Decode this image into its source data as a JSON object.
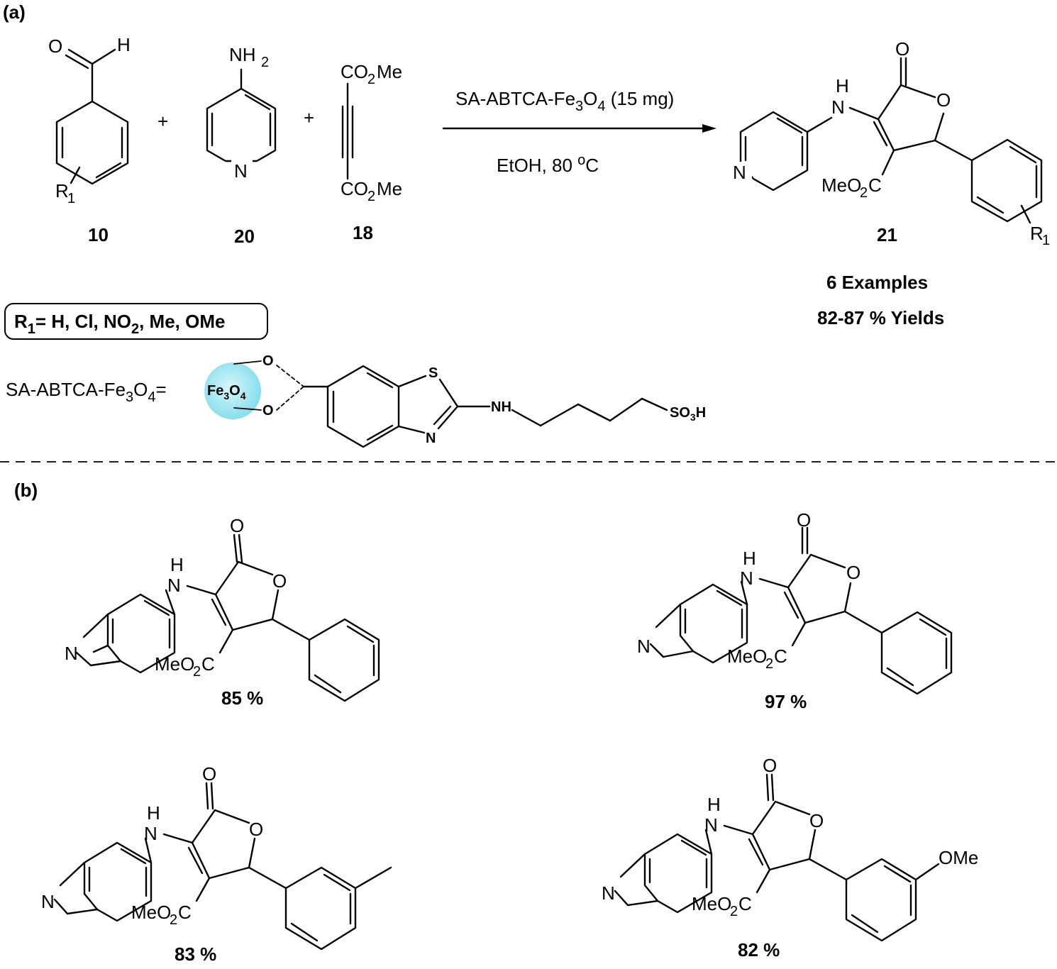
{
  "panels": {
    "a": {
      "label": "(a)"
    },
    "b": {
      "label": "(b)"
    }
  },
  "atoms": {
    "O": "O",
    "H": "H",
    "N": "N",
    "NH": "NH",
    "NH2": "NH",
    "NH2_sub": "2",
    "R1": "R",
    "R1_sub": "1",
    "S": "S",
    "CO2Me_a": "CO",
    "CO2Me_b": "Me",
    "MeO2C_a": "MeO",
    "MeO2C_b": "C",
    "sub2": "2",
    "OMe": "OMe",
    "SO3H_a": "SO",
    "SO3H_sub": "3",
    "SO3H_b": "H"
  },
  "reaction": {
    "plus1": "+",
    "plus2": "+",
    "conditions_top_a": "SA-ABTCA-Fe",
    "conditions_top_sub1": "3",
    "conditions_top_b": "O",
    "conditions_top_sub2": "4",
    "conditions_top_c": " (15 mg)",
    "conditions_bottom_a": "EtOH, 80 ",
    "conditions_bottom_sup": "o",
    "conditions_bottom_b": "C"
  },
  "compounds": {
    "c10": "10",
    "c20": "20",
    "c18": "18",
    "c21": "21"
  },
  "summary": {
    "examples": "6 Examples",
    "yields": "82-87 % Yields"
  },
  "substituents": {
    "prefix": "R",
    "sub": "1",
    "list": "= H, Cl, NO",
    "no2_sub": "2",
    "rest": ", Me, OMe"
  },
  "catalyst": {
    "label_a": "SA-ABTCA-Fe",
    "label_sub1": "3",
    "label_b": "O",
    "label_sub2": "4",
    "label_c": "=",
    "core_a": "Fe",
    "core_sub1": "3",
    "core_b": "O",
    "core_sub2": "4"
  },
  "products": [
    {
      "yield": "85 %"
    },
    {
      "yield": "97 %"
    },
    {
      "yield": "83 %"
    },
    {
      "yield": "82 %"
    }
  ],
  "colors": {
    "nanoparticle": "#8fe3ee",
    "nanoparticle_edge": "#5fd0df"
  }
}
